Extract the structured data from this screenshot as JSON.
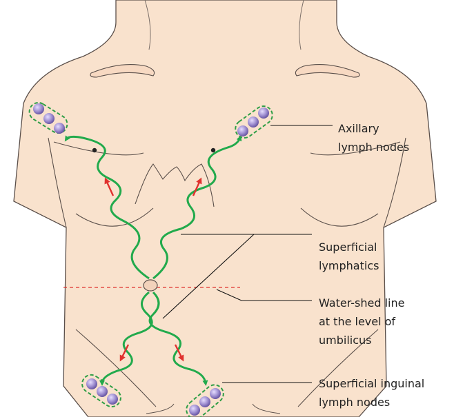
{
  "labels": {
    "axillary": [
      "Axillary",
      "lymph nodes"
    ],
    "superficial_lymphatics": [
      "Superficial",
      "lymphatics"
    ],
    "watershed": [
      "Water-shed line",
      "at the level of",
      "umbilicus"
    ],
    "inguinal": [
      "Superficial inguinal",
      "lymph nodes"
    ]
  },
  "colors": {
    "skin": "#f9e2cd",
    "outline": "#5a4f4a",
    "lymphatic": "#22aa4c",
    "flow_arrow": "#e0312e",
    "watershed_line": "#e0312e",
    "node_fill": "#9f8fd1",
    "node_border": "#2f9e46",
    "leader": "#111111"
  },
  "icons": {
    "lymph_node": "purple-sphere-icon",
    "flow": "red-arrow-icon",
    "nipple": "dot-icon"
  }
}
